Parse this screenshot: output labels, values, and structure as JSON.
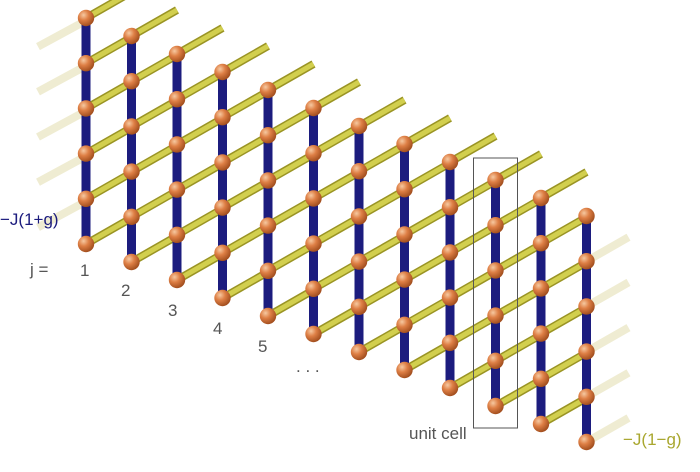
{
  "labels": {
    "left_coupling": "−J(1+g)",
    "right_coupling": "−J(1−g)",
    "j_prefix": "j =",
    "site_indices": [
      "1",
      "2",
      "3",
      "4",
      "5"
    ],
    "ellipsis": ". . .",
    "unit_cell": "unit cell"
  },
  "lattice": {
    "columns": 12,
    "sites_per_column": 6,
    "unit_cell_column": 9
  },
  "colors": {
    "vertical_bond": "#1c1c7e",
    "horizontal_bond": "#d2cf4e",
    "horizontal_bond_edge": "#9a9424",
    "faded_bond": "#efecd2",
    "site": "#d9773f",
    "left_label": "#1c1c7e",
    "right_label": "#a9a72f",
    "index_label": "#555555",
    "unit_cell_box": "#555555"
  }
}
